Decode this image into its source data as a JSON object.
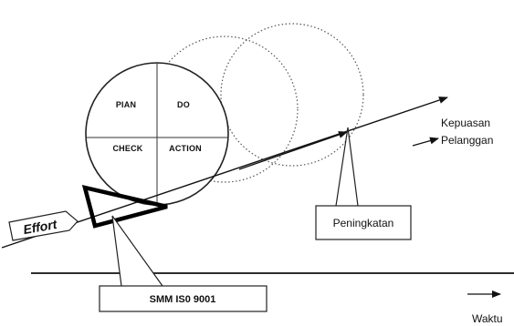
{
  "pdca": {
    "top_left": "PIAN",
    "top_right": "DO",
    "bottom_left": "CHECK",
    "bottom_right": "ACTION"
  },
  "labels": {
    "kepuasan_line1": "Kepuasan",
    "kepuasan_line2": "Pelanggan",
    "peningkatan": "Peningkatan",
    "effort": "Effort",
    "smm": "SMM IS0 9001",
    "waktu": "Waktu"
  }
}
